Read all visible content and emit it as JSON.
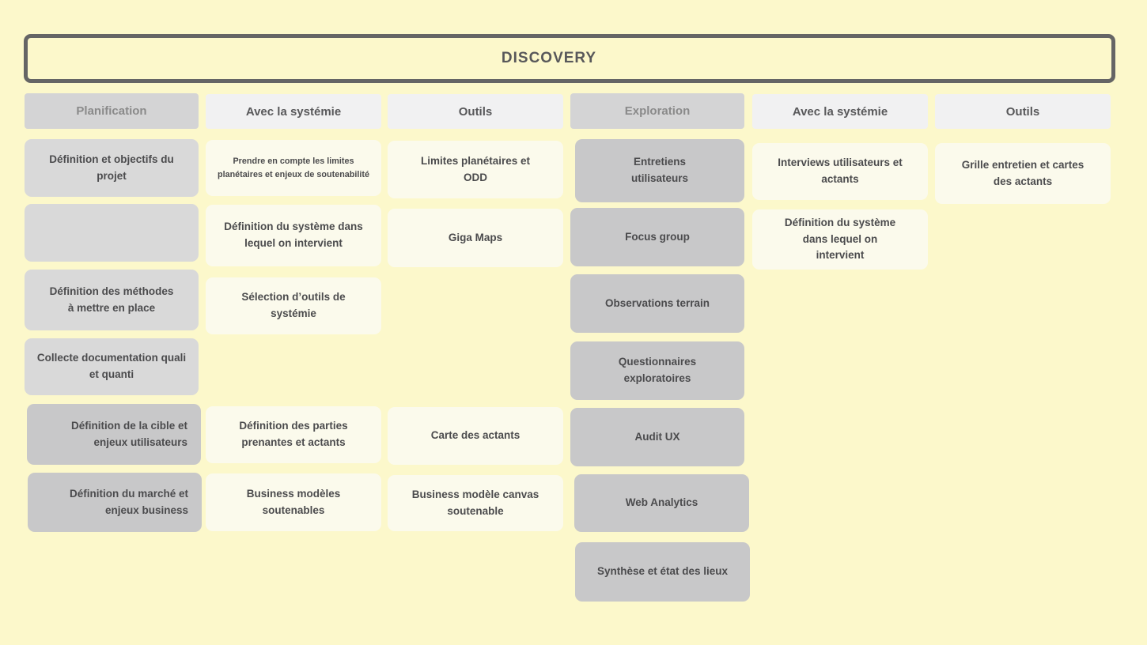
{
  "banner": {
    "title": "DISCOVERY"
  },
  "colors": {
    "background": "#FCF8CB",
    "banner_border": "#656565",
    "title_text": "#58585A",
    "gray_header": "#D4D4D5",
    "gray_header_text": "#8A8A8A",
    "light_header": "#F1F1F2",
    "light_header_text": "#58585A",
    "gray_card": "#D9D9D9",
    "dark_card": "#C8C8C9",
    "cream_card": "#FBFAEC",
    "card_text": "#4B4B4D"
  },
  "board": {
    "columns": [
      {
        "header": {
          "label": "Planification",
          "variant": "gray"
        },
        "cards": [
          {
            "text": "Définition et objectifs du projet",
            "variant": "gray"
          },
          {
            "text": "",
            "variant": "gray"
          },
          {
            "text": "Définition des méthodes à mettre en place",
            "variant": "gray"
          },
          {
            "text": "Collecte documentation quali et quanti",
            "variant": "gray"
          },
          {
            "text": "Définition de la cible et enjeux utilisateurs",
            "variant": "dark"
          },
          {
            "text": "Définition du marché et enjeux business",
            "variant": "dark"
          }
        ]
      },
      {
        "header": {
          "label": "Avec la systémie",
          "variant": "light"
        },
        "cards": [
          {
            "text": "Prendre en compte les limites planétaires et enjeux de soutenabilité",
            "variant": "cream"
          },
          {
            "text": "Définition du système dans lequel on intervient",
            "variant": "cream"
          },
          {
            "text": "Sélection d’outils de systémie",
            "variant": "cream"
          },
          {
            "text": "Définition des parties prenantes et actants",
            "variant": "cream"
          },
          {
            "text": "Business modèles soutenables",
            "variant": "cream"
          }
        ]
      },
      {
        "header": {
          "label": "Outils",
          "variant": "light"
        },
        "cards": [
          {
            "text": "Limites planétaires et ODD",
            "variant": "cream"
          },
          {
            "text": "Giga Maps",
            "variant": "cream"
          },
          {
            "text": "Carte des actants",
            "variant": "cream"
          },
          {
            "text": "Business modèle canvas soutenable",
            "variant": "cream"
          }
        ]
      },
      {
        "header": {
          "label": "Exploration",
          "variant": "gray"
        },
        "cards": [
          {
            "text": "Entretiens utilisateurs",
            "variant": "dark"
          },
          {
            "text": "Focus group",
            "variant": "dark"
          },
          {
            "text": "Observations terrain",
            "variant": "dark"
          },
          {
            "text": "Questionnaires exploratoires",
            "variant": "dark"
          },
          {
            "text": "Audit UX",
            "variant": "dark"
          },
          {
            "text": "Web Analytics",
            "variant": "dark"
          },
          {
            "text": "Synthèse et état des lieux",
            "variant": "dark"
          }
        ]
      },
      {
        "header": {
          "label": "Avec la systémie",
          "variant": "light"
        },
        "cards": [
          {
            "text": "Interviews utilisateurs et actants",
            "variant": "cream"
          },
          {
            "text": "Définition du système dans lequel on intervient",
            "variant": "cream"
          }
        ]
      },
      {
        "header": {
          "label": "Outils",
          "variant": "light"
        },
        "cards": [
          {
            "text": "Grille entretien et cartes des actants",
            "variant": "cream"
          }
        ]
      }
    ]
  }
}
